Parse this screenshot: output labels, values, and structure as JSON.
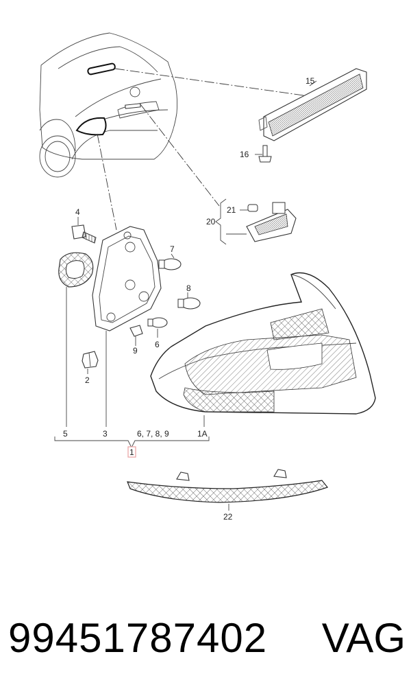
{
  "callouts": {
    "p1": "1",
    "p1a": "1A",
    "p2": "2",
    "p3": "3",
    "p4": "4",
    "p5": "5",
    "p6": "6",
    "p7": "7",
    "p8": "8",
    "p9": "9",
    "p15": "15",
    "p16": "16",
    "p20": "20",
    "p21": "21",
    "p22": "22",
    "group": "6, 7, 8, 9"
  },
  "footer": {
    "part_number": "99451787402",
    "brand": "VAG"
  },
  "colors": {
    "line": "#444444",
    "highlight_box": "#e8a0a0"
  }
}
